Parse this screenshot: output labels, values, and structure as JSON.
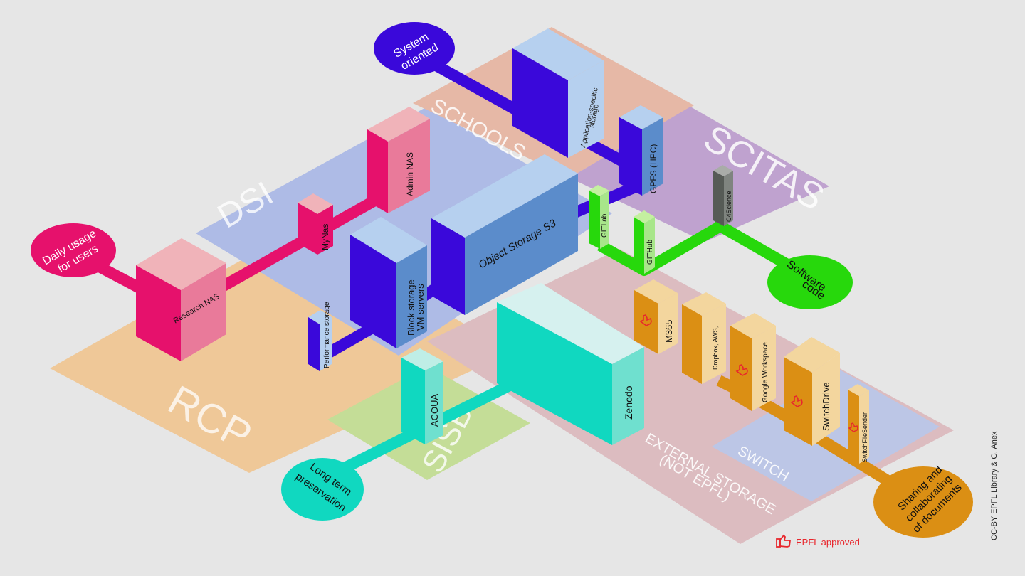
{
  "zones": {
    "rcp": "RCP",
    "dsi": "DSI",
    "schools": "SCHOOLS",
    "scitas": "SCITAS",
    "sisb": "SISB",
    "external_line1": "EXTERNAL STORAGE",
    "external_line2": "(NOT EPFL)",
    "switch": "SWITCH"
  },
  "usages": {
    "system_line1": "System",
    "system_line2": "oriented",
    "daily_line1": "Daily usage",
    "daily_line2": "for users",
    "software_line1": "Software",
    "software_line2": "code",
    "longterm_line1": "Long term",
    "longterm_line2": "preservation",
    "sharing_line1": "Sharing and",
    "sharing_line2": "collaborating",
    "sharing_line3": "of documents"
  },
  "storage": {
    "app_specific_line1": "Application-specific",
    "app_specific_line2": "storage",
    "gpfs": "GPFS (HPC)",
    "admin_nas": "Admin NAS",
    "mynas": "MyNas",
    "research_nas": "Research NAS",
    "object_storage": "Object Storage S3",
    "block_line1": "Block storage",
    "block_line2": "VM servers",
    "performance": "Performance storage",
    "gitlab": "GITLab",
    "github": "GITHub",
    "c4science": "C4Science",
    "acoua": "ACOUA",
    "zenodo": "Zenodo",
    "m365": "M365",
    "dropbox": "Dropbox, AWS,...",
    "google": "Google Workspace",
    "switchdrive": "SwitchDrive",
    "switchfilesender": "SwitchFileSender"
  },
  "legend": {
    "approved": "EPFL approved",
    "approved_icon": "thumbs-up-icon"
  },
  "credit": "CC-BY EPFL Library & G. Anex",
  "colors": {
    "background": "#e6e6e6",
    "rcp": "#efc898",
    "dsi": "#aebbe6",
    "schools": "#e6b8a6",
    "scitas": "#bfa2cf",
    "sisb": "#c4dd97",
    "external": "#dcbcc0",
    "switch": "#bcc6e6",
    "blue_dark": "#3a08da",
    "blue_light": "#b6d0ef",
    "steel": "#5b8ccb",
    "pink": "#e6116c",
    "pink_light": "#f0b3b9",
    "green": "#27d80c",
    "teal": "#10d8c0",
    "orange": "#db8f14",
    "orange_light": "#f3d69e",
    "approved_red": "#e8272d"
  }
}
